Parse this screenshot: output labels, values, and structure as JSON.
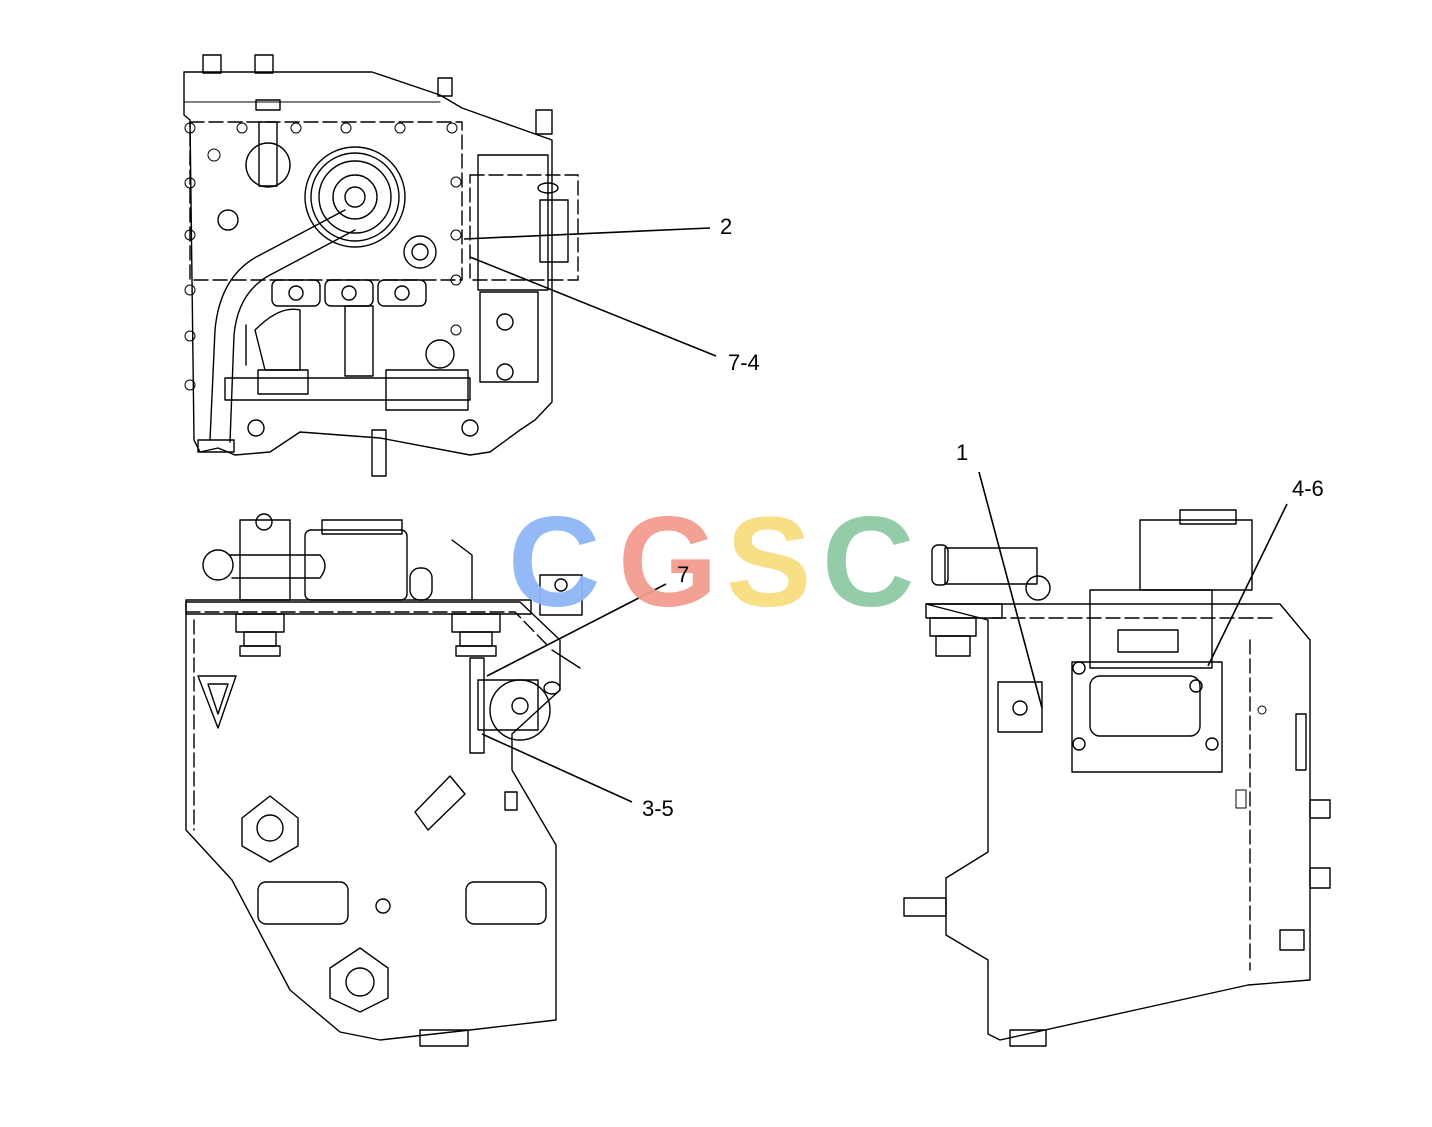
{
  "callouts": {
    "c2": "2",
    "c74": "7-4",
    "c1": "1",
    "c46": "4-6",
    "c7": "7",
    "c35": "3-5"
  },
  "watermark": {
    "letters": [
      "C",
      "G",
      "S",
      "C"
    ],
    "colors": [
      "#8fb6f7",
      "#f39b90",
      "#f8dd7f",
      "#8fcaa5"
    ]
  }
}
